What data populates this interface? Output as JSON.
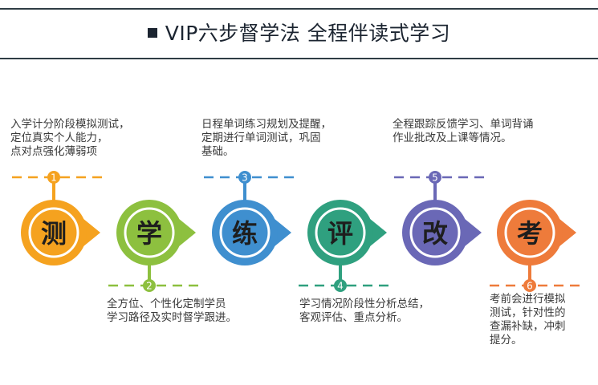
{
  "header": {
    "title": "VIP六步督学法  全程伴读式学习"
  },
  "steps": [
    {
      "number": "1",
      "char": "测",
      "color": "#F5A21F",
      "position": "top",
      "text": "入学计分阶段模拟测试，\n定位真实个人能力，\n点对点强化薄弱项"
    },
    {
      "number": "2",
      "char": "学",
      "color": "#8DC03F",
      "position": "bottom",
      "text": "全方位、个性化定制学员\n学习路径及实时督学跟进。"
    },
    {
      "number": "3",
      "char": "练",
      "color": "#3F8FCF",
      "position": "top",
      "text": "日程单词练习规划及提醒，\n定期进行单词测试，巩固\n基础。"
    },
    {
      "number": "4",
      "char": "评",
      "color": "#2FA07F",
      "position": "bottom",
      "text": "学习情况阶段性分析总结，\n客观评估、重点分析。"
    },
    {
      "number": "5",
      "char": "改",
      "color": "#6A68B6",
      "position": "top",
      "text": "全程跟踪反馈学习、单词背诵\n作业批改及上课等情况。"
    },
    {
      "number": "6",
      "char": "考",
      "color": "#EE7B3B",
      "position": "bottom",
      "text": "考前会进行模拟\n测试，针对性的\n查漏补缺，冲刺\n提分。"
    }
  ]
}
